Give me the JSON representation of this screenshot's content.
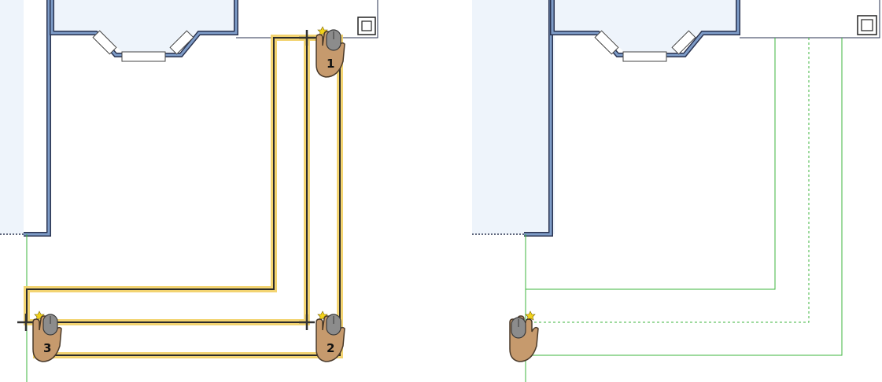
{
  "colors": {
    "room_fill": "#eef4fb",
    "wall_blue": "#7e9cc8",
    "wall_dark": "#2a3350",
    "highlight_yellow": "#f2cf63",
    "highlight_stroke": "#2b2b2b",
    "wire_green": "#3cb53c",
    "hand_skin": "#c69a6d",
    "hand_outline": "#4a3a2a",
    "mouse_gray": "#8c8c8c"
  },
  "icons": {
    "cursor": "crosshair-icon",
    "hand": "hand-mouse-click-icon",
    "outlet": "outlet-square-icon"
  },
  "left_panel": {
    "steps": [
      {
        "label": "1"
      },
      {
        "label": "2"
      },
      {
        "label": "3"
      }
    ]
  },
  "right_panel": {
    "wire_count": 4,
    "dashed_wire": true
  }
}
